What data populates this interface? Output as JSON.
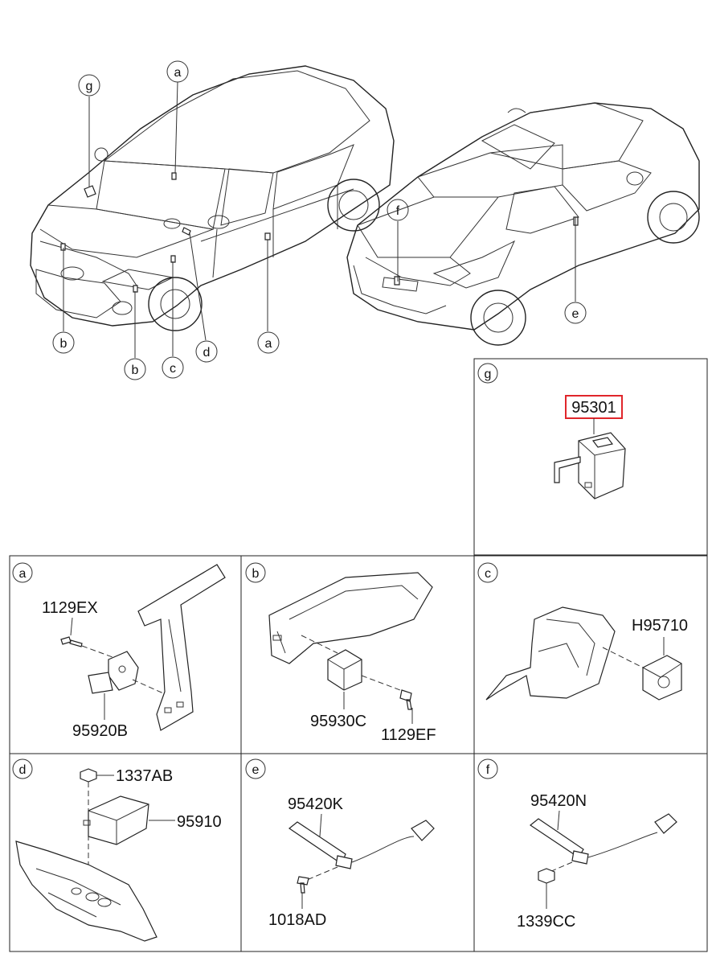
{
  "callouts": {
    "car_front": [
      "g",
      "a",
      "b",
      "b",
      "c",
      "d",
      "a"
    ],
    "car_rear": [
      "f",
      "e"
    ]
  },
  "panels": [
    {
      "id": "g",
      "letter": "g",
      "parts": [
        "95301"
      ]
    },
    {
      "id": "a",
      "letter": "a",
      "parts": [
        "1129EX",
        "95920B"
      ]
    },
    {
      "id": "b",
      "letter": "b",
      "parts": [
        "95930C",
        "1129EF"
      ]
    },
    {
      "id": "c",
      "letter": "c",
      "parts": [
        "H95710"
      ]
    },
    {
      "id": "d",
      "letter": "d",
      "parts": [
        "1337AB",
        "95910"
      ]
    },
    {
      "id": "e",
      "letter": "e",
      "parts": [
        "95420K",
        "1018AD"
      ]
    },
    {
      "id": "f",
      "letter": "f",
      "parts": [
        "95420N",
        "1339CC"
      ]
    }
  ],
  "colors": {
    "line": "#222222",
    "highlight": "#e0262b",
    "background": "#ffffff"
  }
}
